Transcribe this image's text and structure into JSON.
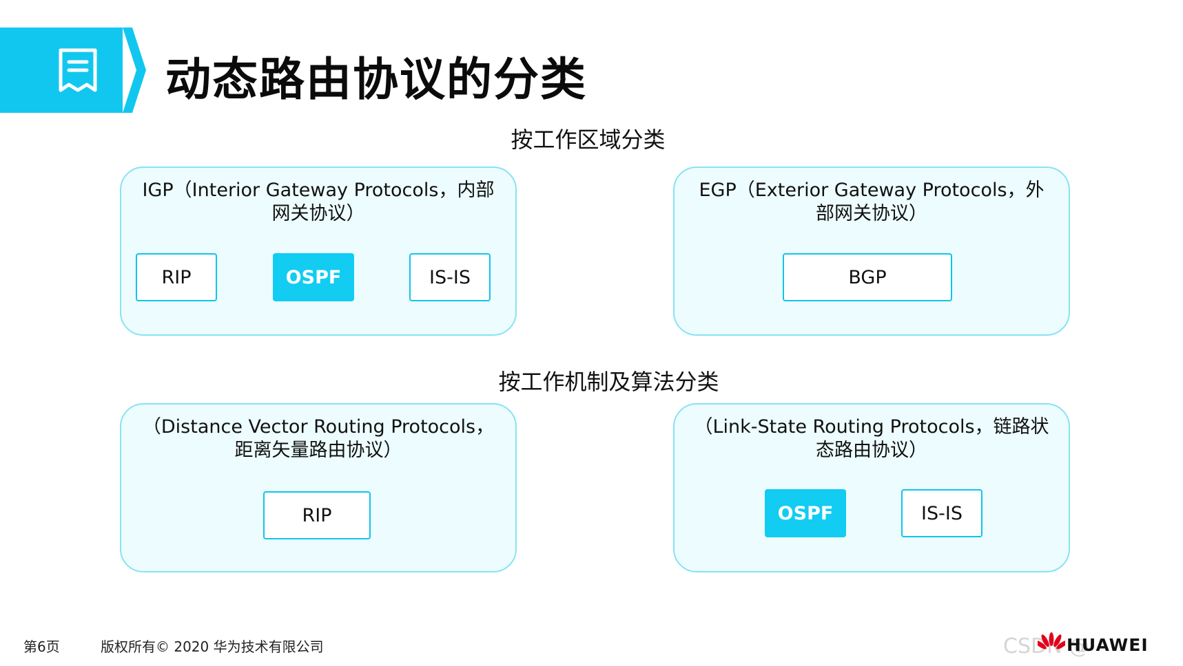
{
  "title": "动态路由协议的分类",
  "sections": {
    "by_area": {
      "title": "按工作区域分类",
      "igp": {
        "description": "IGP（Interior Gateway Protocols，内部网关协议）",
        "protocols": [
          "RIP",
          "OSPF",
          "IS-IS"
        ]
      },
      "egp": {
        "description": "EGP（Exterior Gateway Protocols，外部网关协议）",
        "protocols": [
          "BGP"
        ]
      }
    },
    "by_algorithm": {
      "title": "按工作机制及算法分类",
      "distance_vector": {
        "description": "（Distance Vector Routing Protocols，距离矢量路由协议）",
        "protocols": [
          "RIP"
        ]
      },
      "link_state": {
        "description": "（Link-State Routing Protocols，链路状态路由协议）",
        "protocols": [
          "OSPF",
          "IS-IS"
        ]
      }
    }
  },
  "footer": {
    "page": "第6页",
    "copyright": "版权所有© 2020 华为技术有限公司",
    "brand": "HUAWEI",
    "watermark": "CSDN @"
  },
  "colors": {
    "accent": "#12c7ef",
    "chip_fill": "#12ccf2",
    "panel_border": "#86e3f4",
    "panel_fill": "#edfcfe",
    "logo_red": "#e3001b"
  },
  "icons": {
    "banner": "document-list-icon",
    "logo": "huawei-petal-logo"
  }
}
